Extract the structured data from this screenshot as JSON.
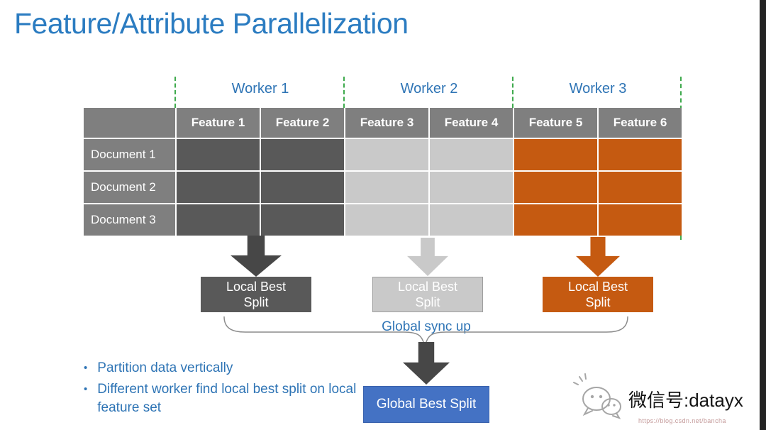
{
  "slide": {
    "title": "Feature/Attribute Parallelization"
  },
  "workers": [
    {
      "label": "Worker 1"
    },
    {
      "label": "Worker 2"
    },
    {
      "label": "Worker 3"
    }
  ],
  "table": {
    "corner": "",
    "columns": [
      "Feature 1",
      "Feature 2",
      "Feature 3",
      "Feature 4",
      "Feature 5",
      "Feature 6"
    ],
    "rows": [
      "Document 1",
      "Document 2",
      "Document 3"
    ]
  },
  "splits": {
    "local_label": "Local Best Split",
    "global_sync": "Global sync up",
    "global_label": "Global Best Split"
  },
  "bullets": [
    "Partition data vertically",
    "Different worker find local best split on local feature set"
  ],
  "watermark": {
    "icon": "wechat-icon",
    "text": "微信号:datayx",
    "url": "https://blog.csdn.net/bancha"
  },
  "colors": {
    "title_blue": "#2B7CC1",
    "text_blue": "#2E74B5",
    "worker1": "#595959",
    "worker2": "#C9C9C9",
    "worker3": "#C55A11",
    "header_gray": "#7F7F7F",
    "global_blue": "#4472C4",
    "dashed_green": "#3FAA4D",
    "arrow_dark": "#474747",
    "bracket_gray": "#8C8C8C"
  }
}
